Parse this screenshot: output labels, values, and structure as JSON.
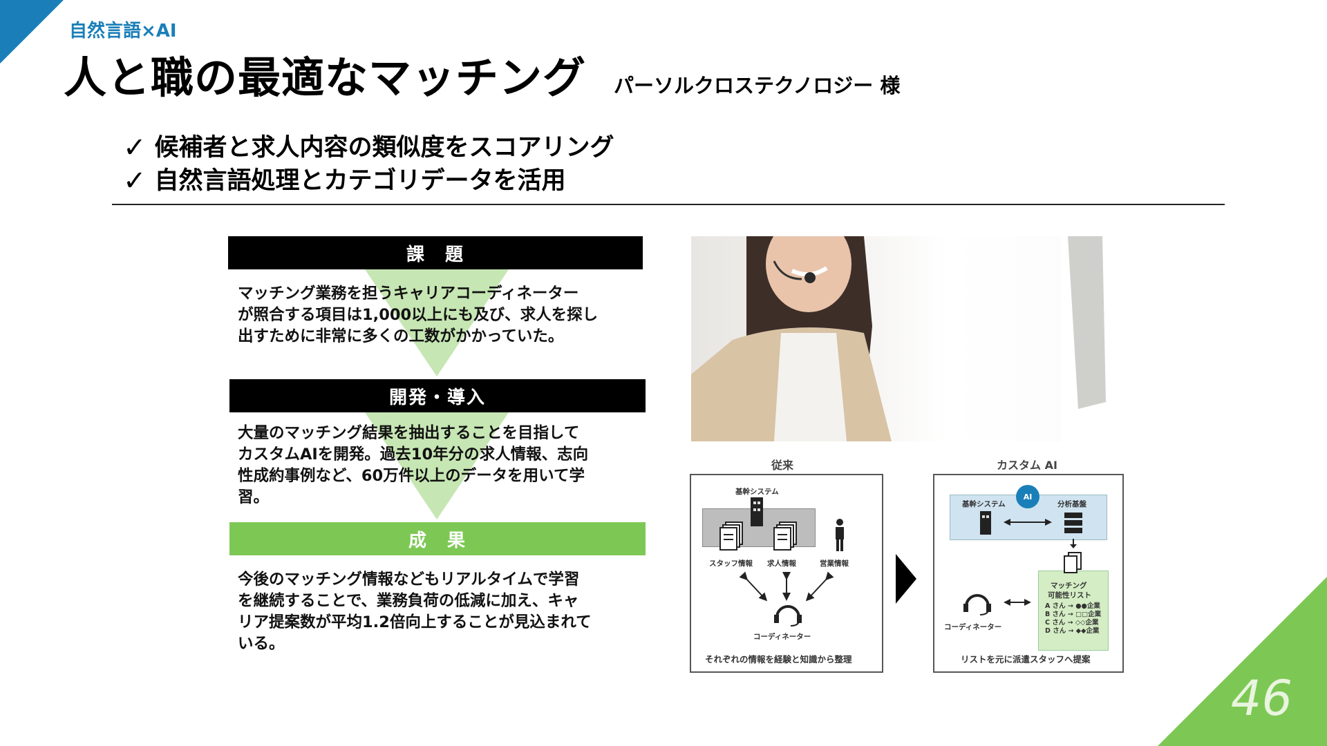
{
  "slide": {
    "category": "自然言語×AI",
    "title": "人と職の最適なマッチング",
    "client": "パーソルクロステクノロジー 様",
    "page_number": "46"
  },
  "checks": [
    "候補者と求人内容の類似度をスコアリング",
    "自然言語処理とカテゴリデータを活用"
  ],
  "flow": {
    "issue": {
      "label": "課　題",
      "lines": [
        "マッチング業務を担うキャリアコーディネーター",
        "が照合する項目は1,000以上にも及び、求人を探し",
        "出すために非常に多くの工数がかかっていた。"
      ]
    },
    "development": {
      "label": "開発・導入",
      "lines": [
        "大量のマッチング結果を抽出することを目指して",
        "カスタムAIを開発。過去10年分の求人情報、志向",
        "性成約事例など、60万件以上のデータを用いて学",
        "習。"
      ]
    },
    "result": {
      "label": "成　果",
      "lines": [
        "今後のマッチング情報などもリアルタイムで学習",
        "を継続することで、業務負荷の低減に加え、キャ",
        "リア提案数が平均1.2倍向上することが見込まれて",
        "いる。"
      ]
    }
  },
  "diagram": {
    "before": {
      "label": "従来",
      "core_system": "基幹システム",
      "staff_info": "スタッフ情報",
      "job_info": "求人情報",
      "sales_info": "営業情報",
      "coordinator": "コーディネーター",
      "footer": "それぞれの情報を経験と知識から整理"
    },
    "after": {
      "label": "カスタム AI",
      "core_system": "基幹システム",
      "ai_badge": "AI",
      "analysis_base": "分析基盤",
      "matching_list": [
        "マッチング",
        "可能性リスト"
      ],
      "list_rows": [
        {
          "name": "A さん",
          "company": "●●企業"
        },
        {
          "name": "B さん",
          "company": "□□企業"
        },
        {
          "name": "C さん",
          "company": "◇◇企業"
        },
        {
          "name": "D さん",
          "company": "◆◆企業"
        }
      ],
      "coordinator": "コーディネーター",
      "footer": "リストを元に派遣スタッフへ提案"
    }
  },
  "colors": {
    "accent_blue": "#1a7fb8",
    "accent_green": "#7dc855",
    "arrow_green": "#c6e6b3",
    "bar_black": "#000000"
  }
}
